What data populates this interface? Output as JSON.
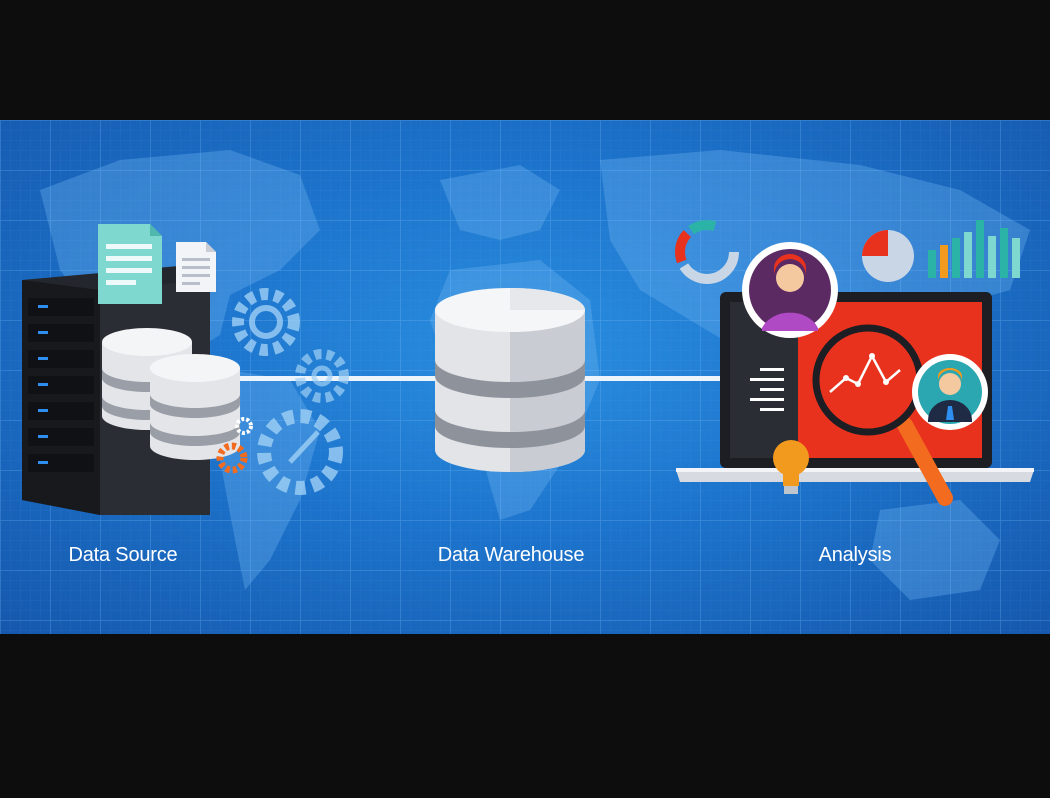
{
  "stages": [
    {
      "id": "source",
      "label": "Data Source"
    },
    {
      "id": "warehouse",
      "label": "Data Warehouse"
    },
    {
      "id": "analysis",
      "label": "Analysis"
    }
  ],
  "colors": {
    "background": "#0d0d0e",
    "banner": "#1d74cc",
    "accent_red": "#e8321e",
    "accent_teal": "#2bb3a8",
    "accent_orange": "#f29a1e",
    "server": "#1b1d22"
  },
  "icons": [
    "server-rack-icon",
    "document-icon",
    "gear-icon",
    "database-icon",
    "laptop-icon",
    "magnifier-icon",
    "avatar-icon",
    "lightbulb-icon",
    "donut-chart-icon",
    "pie-chart-icon",
    "bar-chart-icon"
  ]
}
